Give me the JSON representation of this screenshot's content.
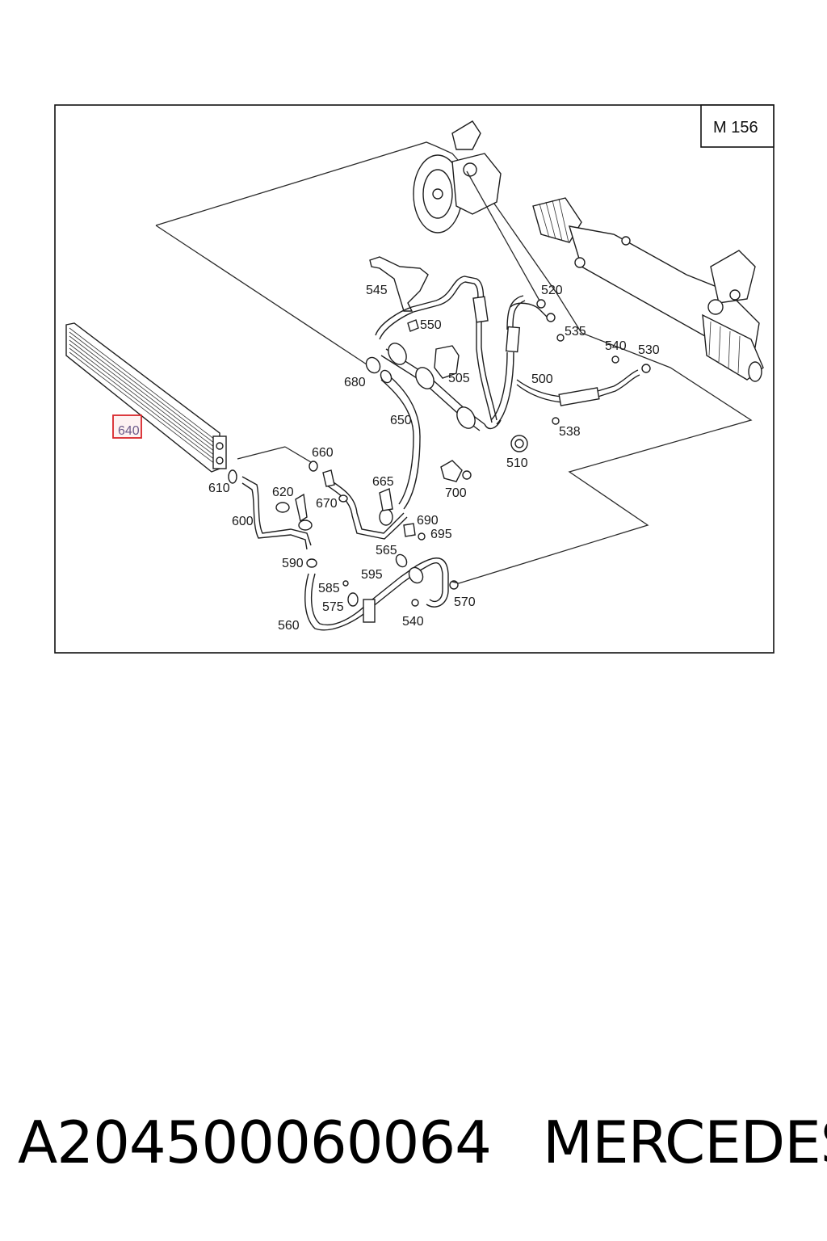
{
  "model_code": "M 156",
  "highlight_color": "#d9252a",
  "callouts": {
    "c500": "500",
    "c505": "505",
    "c510": "510",
    "c520": "520",
    "c530": "530",
    "c535": "535",
    "c538": "538",
    "c540a": "540",
    "c540b": "540",
    "c545": "545",
    "c550": "550",
    "c560": "560",
    "c565": "565",
    "c570": "570",
    "c575": "575",
    "c585": "585",
    "c590": "590",
    "c595": "595",
    "c600": "600",
    "c610": "610",
    "c620": "620",
    "c640": "640",
    "c650": "650",
    "c660": "660",
    "c665": "665",
    "c670": "670",
    "c680": "680",
    "c690": "690",
    "c695": "695",
    "c700": "700"
  },
  "footer": {
    "part_number": "A204500060064",
    "brand": "MERCEDES"
  }
}
